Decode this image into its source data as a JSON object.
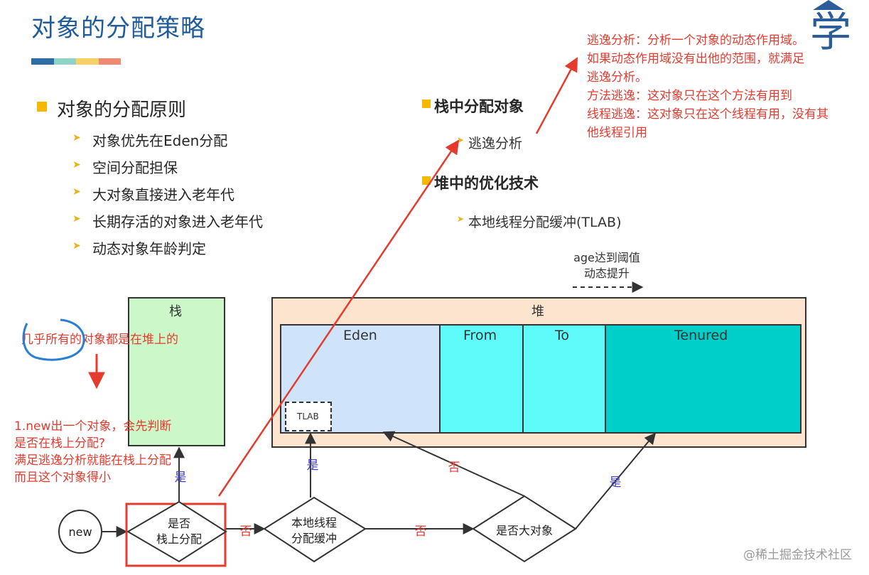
{
  "page": {
    "title": "对象的分配策略",
    "title_bar_colors": [
      "#2e6ea6",
      "#8fd2c8",
      "#f7d166",
      "#f08872"
    ],
    "watermark": "@稀土掘金技术社区",
    "logo_glyph": "学"
  },
  "principles": {
    "heading": "对象的分配原则",
    "items": [
      "对象优先在Eden分配",
      "空间分配担保",
      "大对象直接进入老年代",
      "长期存活的对象进入老年代",
      "动态对象年龄判定"
    ]
  },
  "stack_section": {
    "heading": "栈中分配对象",
    "item": "逃逸分析"
  },
  "heap_section": {
    "heading": "堆中的优化技术",
    "item": "本地线程分配缓冲(TLAB)"
  },
  "escape_note": {
    "lines": [
      "逃逸分析：分析一个对象的动态作用域。",
      "如果动态作用域没有出他的范围，就满足",
      "逃逸分析。",
      "方法逃逸：这对象只在这个方法有用到",
      "线程逃逸：这对象只在这个线程有用，没有其",
      "他线程引用"
    ]
  },
  "heap_note": {
    "text": "几乎所有的对象都是在堆上的"
  },
  "new_note": {
    "lines": [
      "1.new出一个对象，会先判断",
      "是否在栈上分配?",
      "满足逃逸分析就能在栈上分配",
      "而且这个对象得小"
    ]
  },
  "age_note": {
    "line1": "age达到阈值",
    "line2": "动态提升"
  },
  "memory": {
    "stack_label": "栈",
    "heap_label": "堆",
    "eden": "Eden",
    "from": "From",
    "to": "To",
    "tenured": "Tenured",
    "tlab": "TLAB"
  },
  "flow": {
    "new": "new",
    "d1_line1": "是否",
    "d1_line2": "栈上分配",
    "d2_line1": "本地线程",
    "d2_line2": "分配缓冲",
    "d3": "是否大对象",
    "yes": "是",
    "no": "否"
  },
  "colors": {
    "stack_fill": "#ccf7c9",
    "heap_fill": "#fde4cf",
    "eden_fill": "#cfe4fa",
    "survivor_fill": "#5ffbfb",
    "tenured_fill": "#00cec9",
    "accent_red": "#e53b2f",
    "bullet": "#f5b800",
    "yes_color": "#4040c0"
  }
}
